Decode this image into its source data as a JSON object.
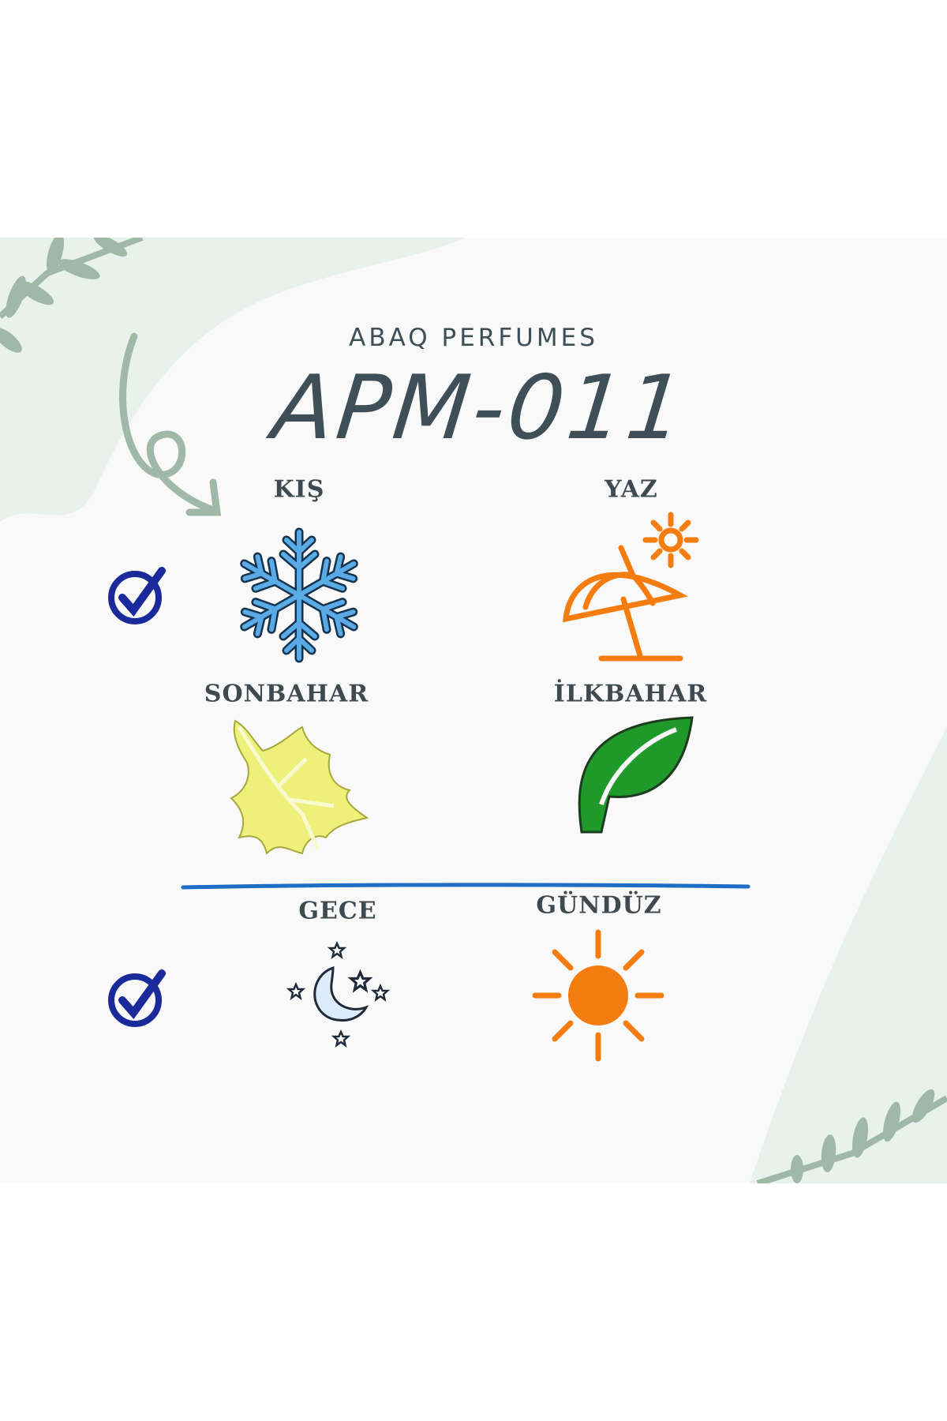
{
  "brand": "ABAQ PERFUMES",
  "product_code": "APM-011",
  "seasons": [
    {
      "label": "KIŞ",
      "icon": "snowflake-icon",
      "checked": true
    },
    {
      "label": "YAZ",
      "icon": "beach-umbrella-icon",
      "checked": false
    },
    {
      "label": "SONBAHAR",
      "icon": "autumn-leaf-icon",
      "checked": false
    },
    {
      "label": "İLKBAHAR",
      "icon": "green-leaf-icon",
      "checked": false
    }
  ],
  "times": [
    {
      "label": "GECE",
      "icon": "moon-stars-icon",
      "checked": true
    },
    {
      "label": "GÜNDÜZ",
      "icon": "sun-icon",
      "checked": false
    }
  ],
  "colors": {
    "text": "#3f4f57",
    "check": "#1a2a9a",
    "divider": "#1e6fc4",
    "snow": "#5aaae6",
    "orange": "#f57c0f",
    "leaf_yellow": "#eef07a",
    "leaf_green": "#1f9a2a"
  }
}
